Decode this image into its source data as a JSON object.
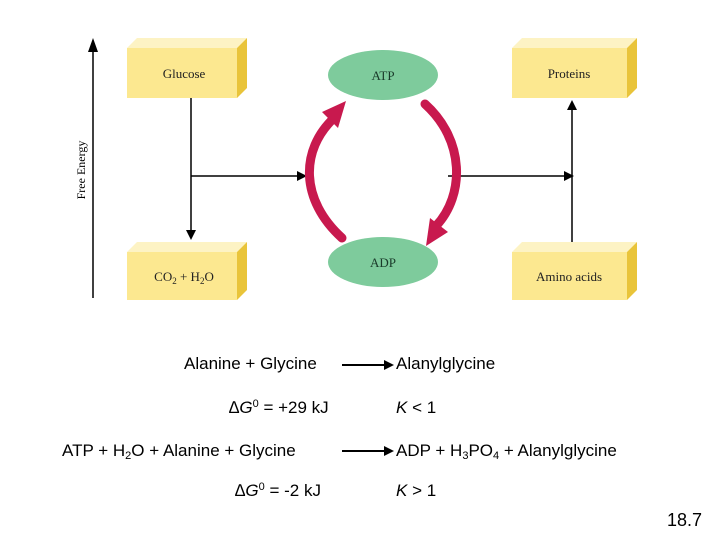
{
  "diagram": {
    "y_axis_label": "Free Energy",
    "boxes": {
      "glucose": "Glucose",
      "co2_h2o": {
        "a": "CO",
        "a_sub": "2",
        "b": " + H",
        "b_sub": "2",
        "c": "O"
      },
      "proteins": "Proteins",
      "amino_acids": "Amino acids"
    },
    "ovals": {
      "atp": "ATP",
      "adp": "ADP"
    }
  },
  "reactions": [
    {
      "left": "Alanine + Glycine",
      "right": "Alanylglycine",
      "dg_symbol": "∆G",
      "dg_sup": "0",
      "dg_value": " = +29 kJ",
      "k_symbol": "K",
      "k_value": " < 1"
    },
    {
      "left_a": "ATP + H",
      "left_sub": "2",
      "left_b": "O + Alanine + Glycine",
      "right_a": "ADP + H",
      "right_sub1": "3",
      "right_b": "PO",
      "right_sub2": "4",
      "right_c": " + Alanylglycine",
      "dg_symbol": "∆G",
      "dg_sup": "0",
      "dg_value": " = -2 kJ",
      "k_symbol": "K",
      "k_value": " > 1"
    }
  ],
  "slide_number": "18.7",
  "colors": {
    "box_front": "#fce890",
    "box_top": "#fdf3c4",
    "box_side": "#e9c43a",
    "oval": "#7ecb9c",
    "cycle_arrow": "#c8194e"
  }
}
